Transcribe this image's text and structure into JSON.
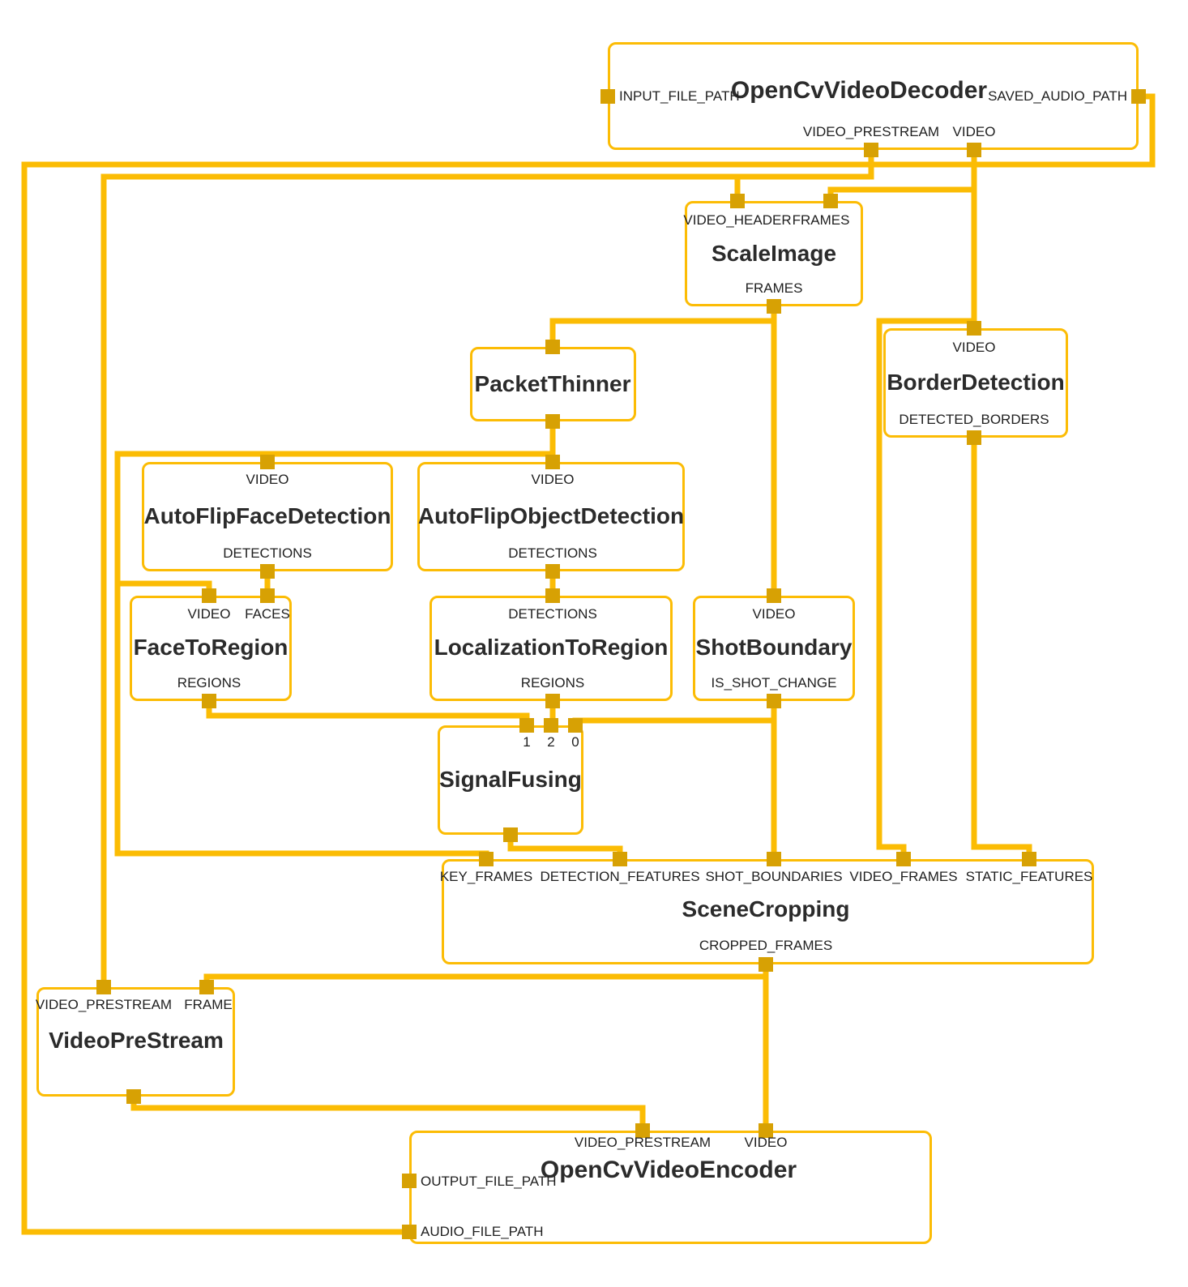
{
  "diagram": {
    "type": "mediapipe-graph-visualization",
    "colors": {
      "edge": "#FBBC04",
      "port": "#D7A104",
      "node_border": "#FCBC05",
      "text": "#1F1F1F"
    },
    "nodes": [
      {
        "title": "OpenCvVideoDecoder",
        "ports": {
          "left": [
            "INPUT_FILE_PATH"
          ],
          "right": [
            "SAVED_AUDIO_PATH"
          ],
          "bottom": [
            "VIDEO_PRESTREAM",
            "VIDEO"
          ]
        }
      },
      {
        "title": "ScaleImage",
        "ports": {
          "top": [
            "VIDEO_HEADER",
            "FRAMES"
          ],
          "bottom": [
            "FRAMES"
          ]
        }
      },
      {
        "title": "PacketThinner",
        "ports": {}
      },
      {
        "title": "BorderDetection",
        "ports": {
          "top": [
            "VIDEO"
          ],
          "bottom": [
            "DETECTED_BORDERS"
          ]
        }
      },
      {
        "title": "AutoFlipFaceDetection",
        "ports": {
          "top": [
            "VIDEO"
          ],
          "bottom": [
            "DETECTIONS"
          ]
        }
      },
      {
        "title": "AutoFlipObjectDetection",
        "ports": {
          "top": [
            "VIDEO"
          ],
          "bottom": [
            "DETECTIONS"
          ]
        }
      },
      {
        "title": "FaceToRegion",
        "ports": {
          "top": [
            "VIDEO",
            "FACES"
          ],
          "bottom": [
            "REGIONS"
          ]
        }
      },
      {
        "title": "LocalizationToRegion",
        "ports": {
          "top": [
            "DETECTIONS"
          ],
          "bottom": [
            "REGIONS"
          ]
        }
      },
      {
        "title": "ShotBoundary",
        "ports": {
          "top": [
            "VIDEO"
          ],
          "bottom": [
            "IS_SHOT_CHANGE"
          ]
        }
      },
      {
        "title": "SignalFusing",
        "ports": {
          "top": [
            "1",
            "2",
            "0"
          ]
        }
      },
      {
        "title": "SceneCropping",
        "ports": {
          "top": [
            "KEY_FRAMES",
            "DETECTION_FEATURES",
            "SHOT_BOUNDARIES",
            "VIDEO_FRAMES",
            "STATIC_FEATURES"
          ],
          "bottom": [
            "CROPPED_FRAMES"
          ]
        }
      },
      {
        "title": "VideoPreStream",
        "ports": {
          "top": [
            "VIDEO_PRESTREAM",
            "FRAME"
          ]
        }
      },
      {
        "title": "OpenCvVideoEncoder",
        "ports": {
          "top": [
            "VIDEO_PRESTREAM",
            "VIDEO"
          ],
          "left": [
            "OUTPUT_FILE_PATH",
            "AUDIO_FILE_PATH"
          ]
        }
      }
    ]
  }
}
